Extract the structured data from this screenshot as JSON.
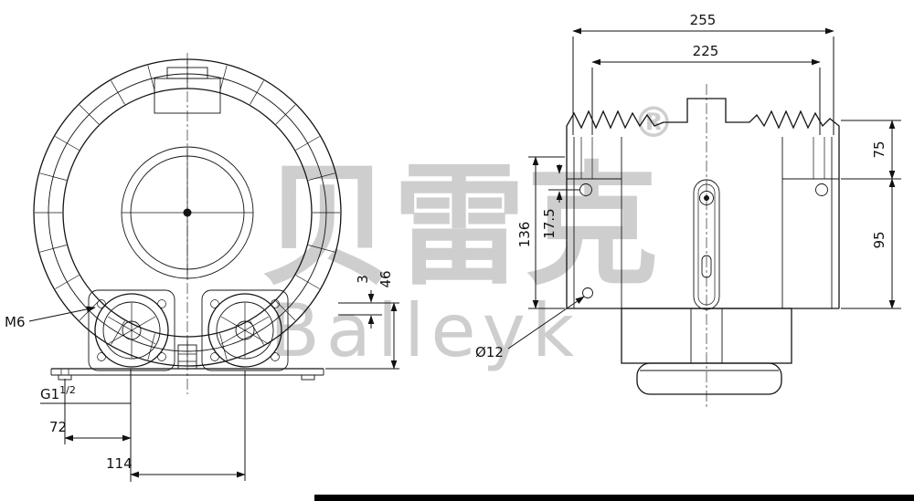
{
  "watermark": {
    "cn": "贝雷克",
    "en": "Balleyk",
    "registered": "®"
  },
  "dims": {
    "total_width": "255",
    "flange_width": "225",
    "top_height": "75",
    "mid_height": "95",
    "body_height": "136",
    "hole_offset": "17.5",
    "base_height": "46",
    "plate_thickness": "3",
    "thread": "M6",
    "port_thread": "G1",
    "port_thread_sup": "1/2",
    "hole_pitch": "72",
    "port_pitch": "114",
    "hole_dia": "Ø12"
  }
}
